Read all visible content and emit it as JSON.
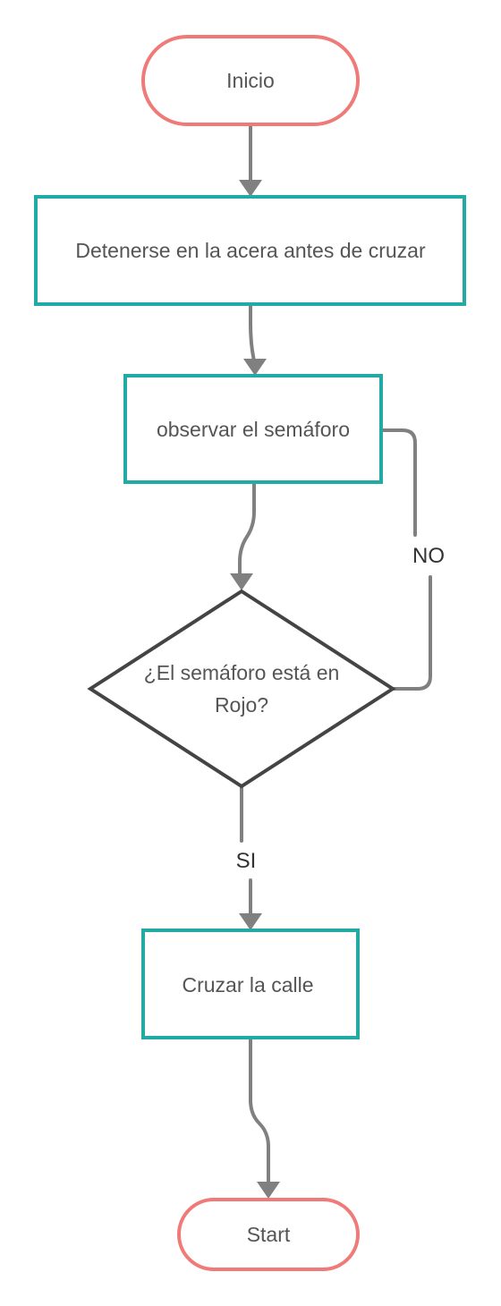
{
  "colors": {
    "terminal_border": "#ef7a78",
    "process_border": "#22aaa5",
    "decision_border": "#444444",
    "connector": "#808080",
    "text": "#555555"
  },
  "nodes": {
    "start": "Inicio",
    "step1": "Detenerse en la acera antes de cruzar",
    "step2": "observar el semáforo",
    "decision_line1": "¿El semáforo está en",
    "decision_line2": "Rojo?",
    "step3": "Cruzar la calle",
    "end": "Start"
  },
  "edges": {
    "no_label": "NO",
    "yes_label": "SI"
  }
}
